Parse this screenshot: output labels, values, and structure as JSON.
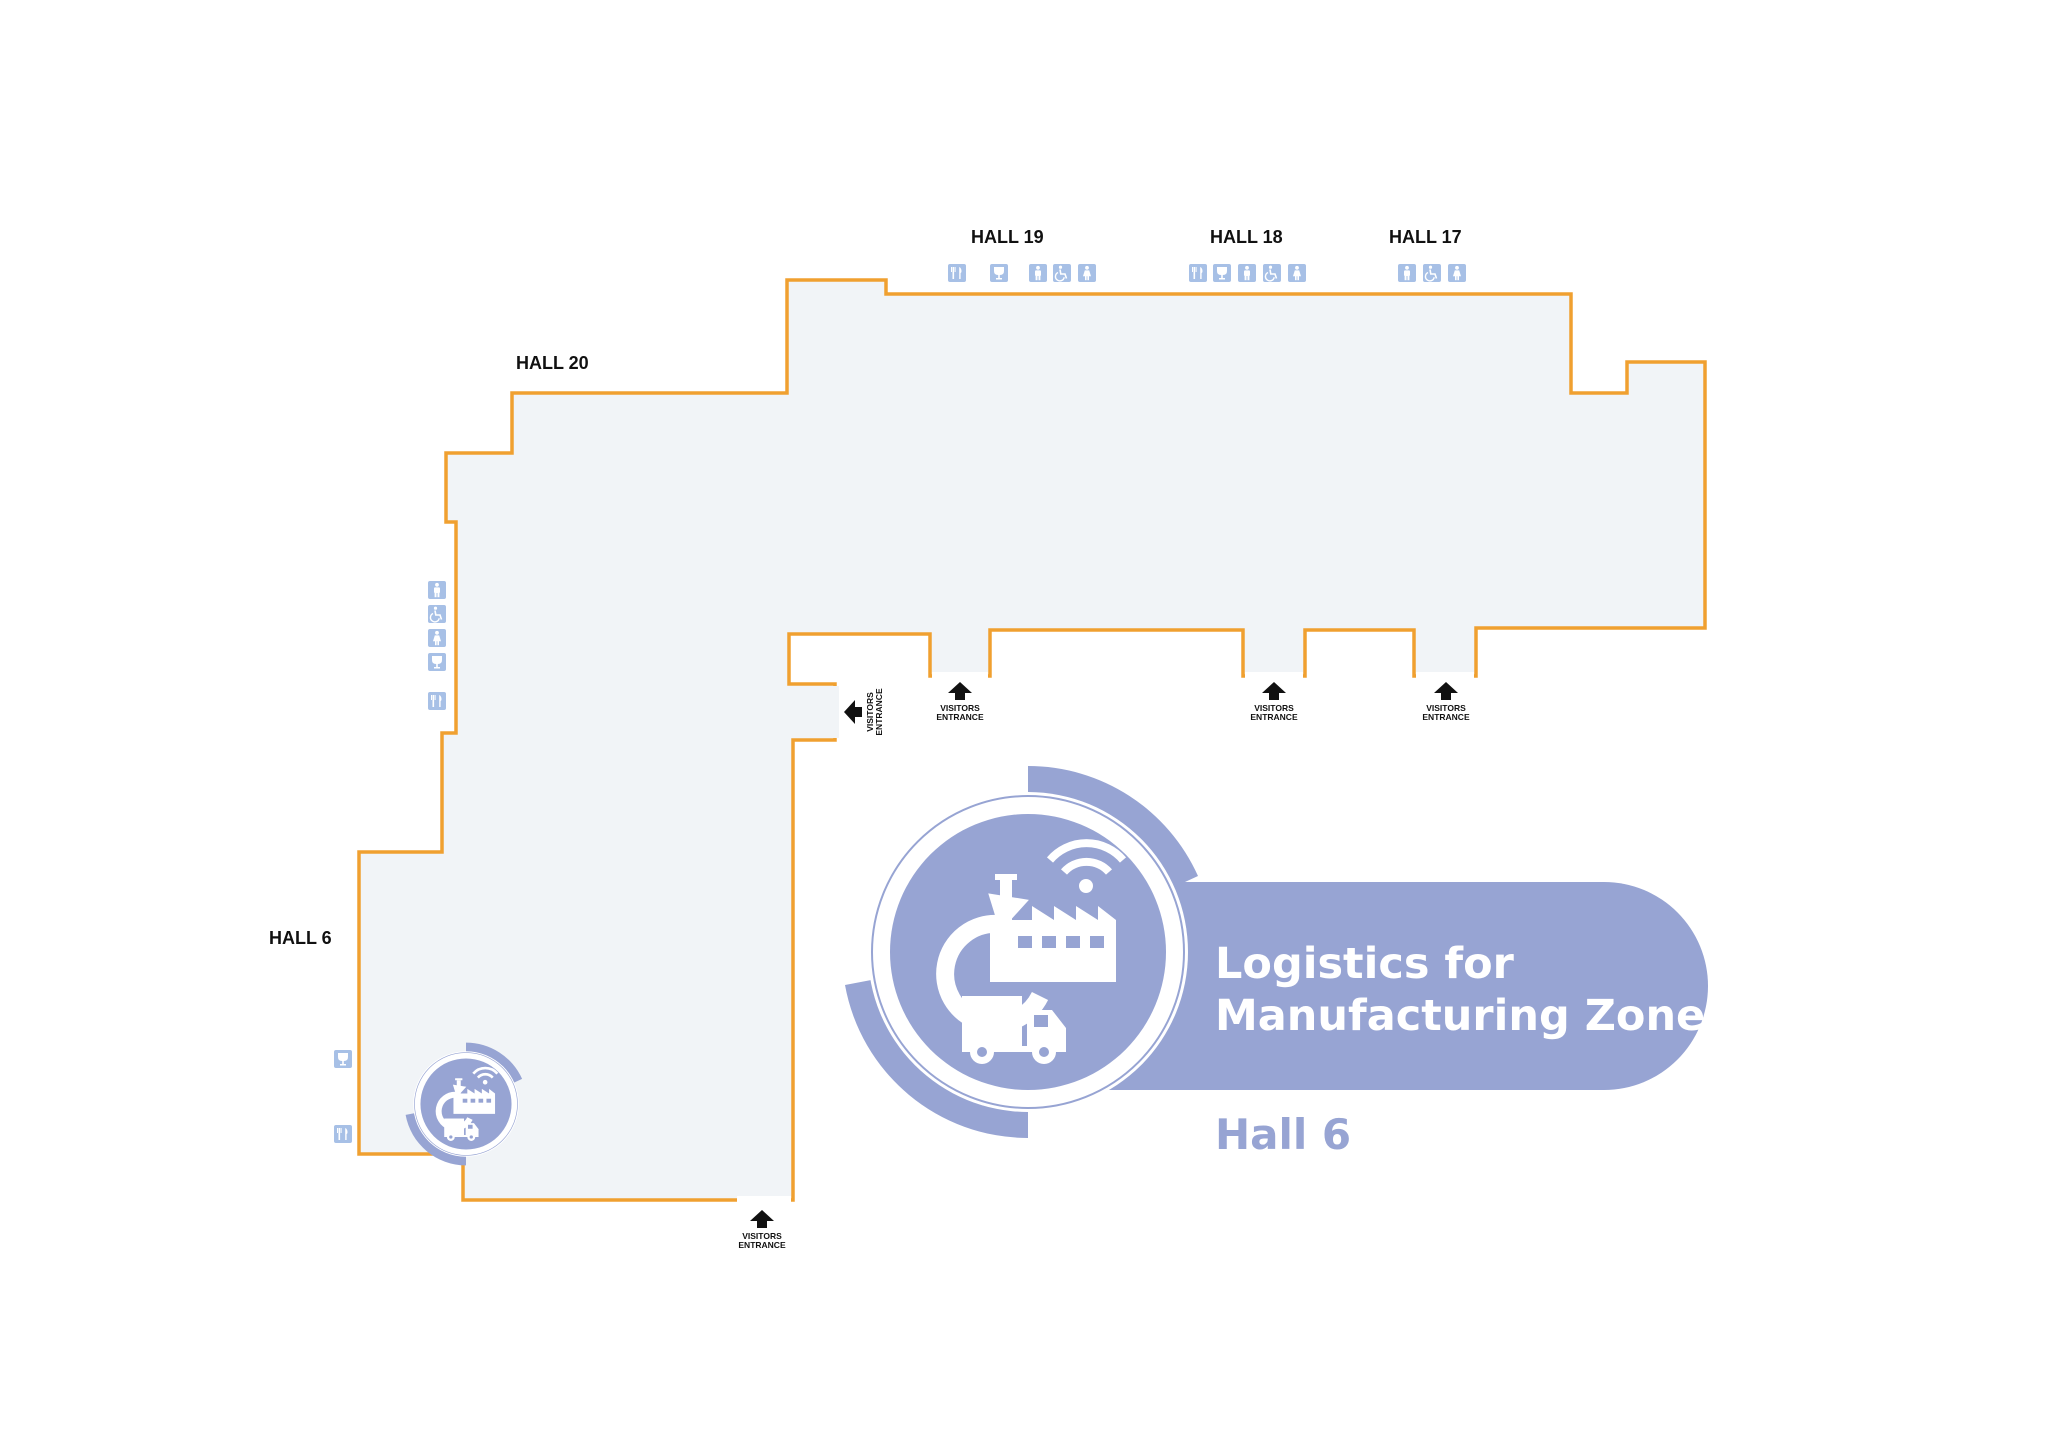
{
  "map": {
    "halls": [
      {
        "id": "hall-20",
        "label": "HALL 20"
      },
      {
        "id": "hall-19",
        "label": "HALL 19"
      },
      {
        "id": "hall-18",
        "label": "HALL 18"
      },
      {
        "id": "hall-17",
        "label": "HALL 17"
      },
      {
        "id": "hall-6",
        "label": "HALL 6"
      }
    ],
    "entrance_line1": "VISITORS",
    "entrance_line2": "ENTRANCE",
    "zone": {
      "title_line1": "Logistics for",
      "title_line2": "Manufacturing Zone",
      "subtitle": "Hall 6"
    },
    "colors": {
      "outline": "#f0a030",
      "floor": "#f1f4f7",
      "zone": "#97a4d3",
      "amenity": "#a7c0e6"
    },
    "amenity_icons": [
      "restaurant-icon",
      "bar-icon",
      "restroom-men-icon",
      "accessible-icon",
      "restroom-women-icon"
    ]
  }
}
